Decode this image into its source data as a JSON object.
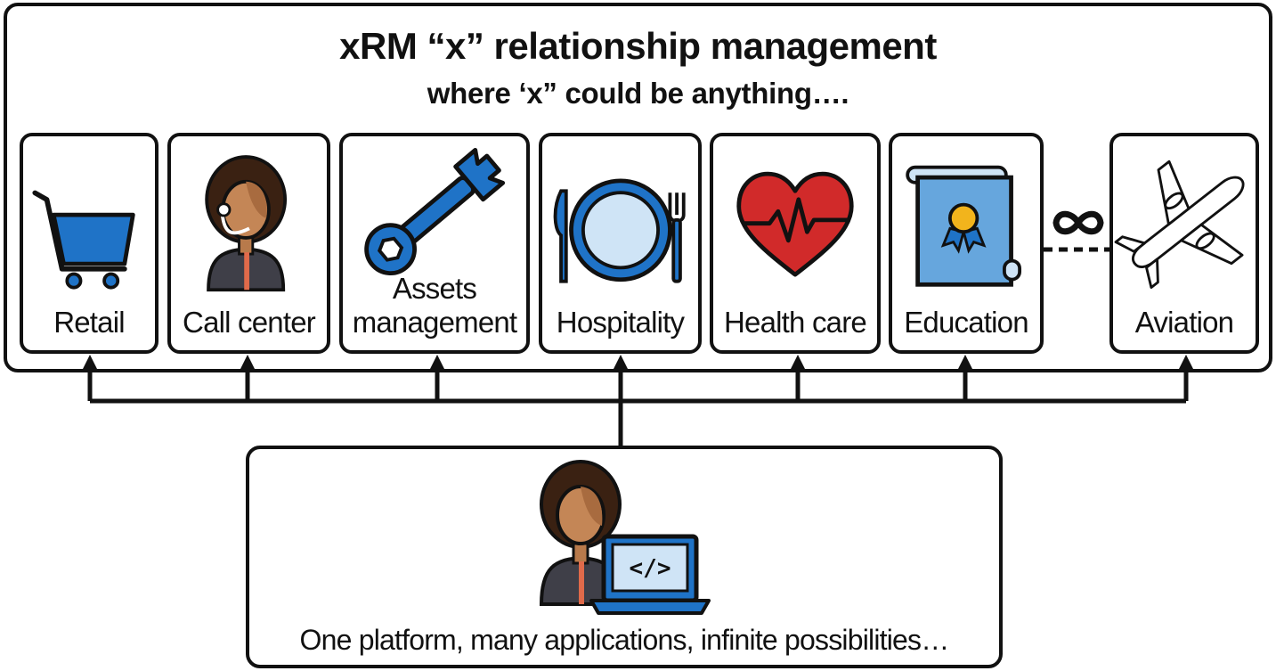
{
  "header": {
    "title": "xRM “x” relationship management",
    "subtitle": "where ‘x” could be anything…."
  },
  "cards": [
    {
      "label": "Retail",
      "icon": "shopping-cart-icon"
    },
    {
      "label": "Call center",
      "icon": "call-center-agent-icon"
    },
    {
      "label_line1": "Assets",
      "label_line2": "management",
      "icon": "wrench-icon"
    },
    {
      "label": "Hospitality",
      "icon": "plate-cutlery-icon"
    },
    {
      "label": "Health care",
      "icon": "heartbeat-icon"
    },
    {
      "label": "Education",
      "icon": "diploma-scroll-icon"
    },
    {
      "label": "Aviation",
      "icon": "airplane-icon"
    }
  ],
  "connector": {
    "symbol": "∞"
  },
  "footer": {
    "caption": "One platform, many applications, infinite possibilities…",
    "icon": "developer-laptop-icon",
    "code_glyph": "</>"
  },
  "colors": {
    "blue": "#1f73c7",
    "light_blue": "#cfe4f6",
    "red": "#d12a2a",
    "skin": "#b87a4b",
    "hair": "#3a2112",
    "outline": "#111111"
  }
}
